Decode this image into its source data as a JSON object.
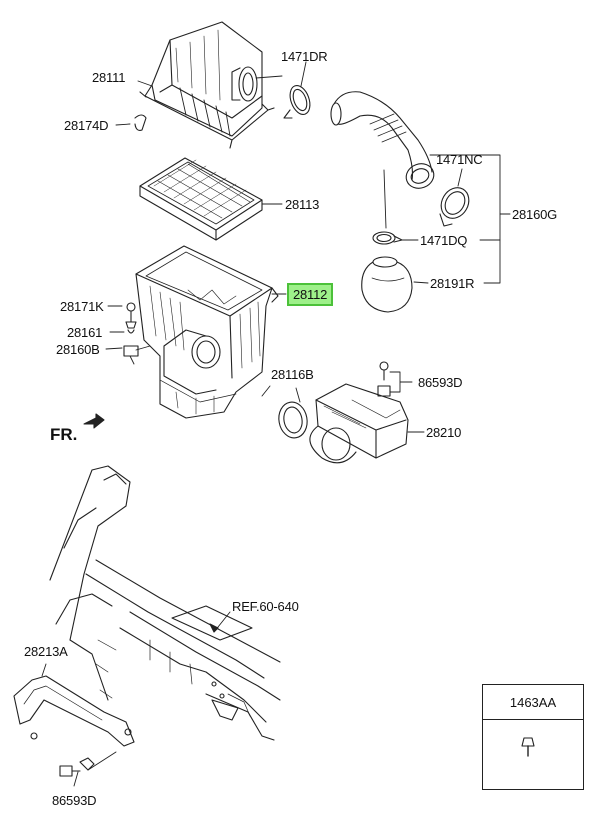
{
  "colors": {
    "line": "#222222",
    "highlight_fill": "#9ef08a",
    "highlight_border": "#4cc13a"
  },
  "icons": {
    "direction_arrow": "front-arrow-icon"
  },
  "labels": {
    "p28111": "28111",
    "p1471DR": "1471DR",
    "p28174D": "28174D",
    "p1471NC": "1471NC",
    "p28113": "28113",
    "p28160G": "28160G",
    "p1471DQ": "1471DQ",
    "p28112": "28112",
    "p28191R": "28191R",
    "p28171K": "28171K",
    "p28161": "28161",
    "p28160B": "28160B",
    "p28116B": "28116B",
    "p86593D_top": "86593D",
    "p28210": "28210",
    "fr": "FR.",
    "ref": "REF.60-640",
    "p28213A": "28213A",
    "p1463AA": "1463AA",
    "p86593D_bottom": "86593D"
  }
}
